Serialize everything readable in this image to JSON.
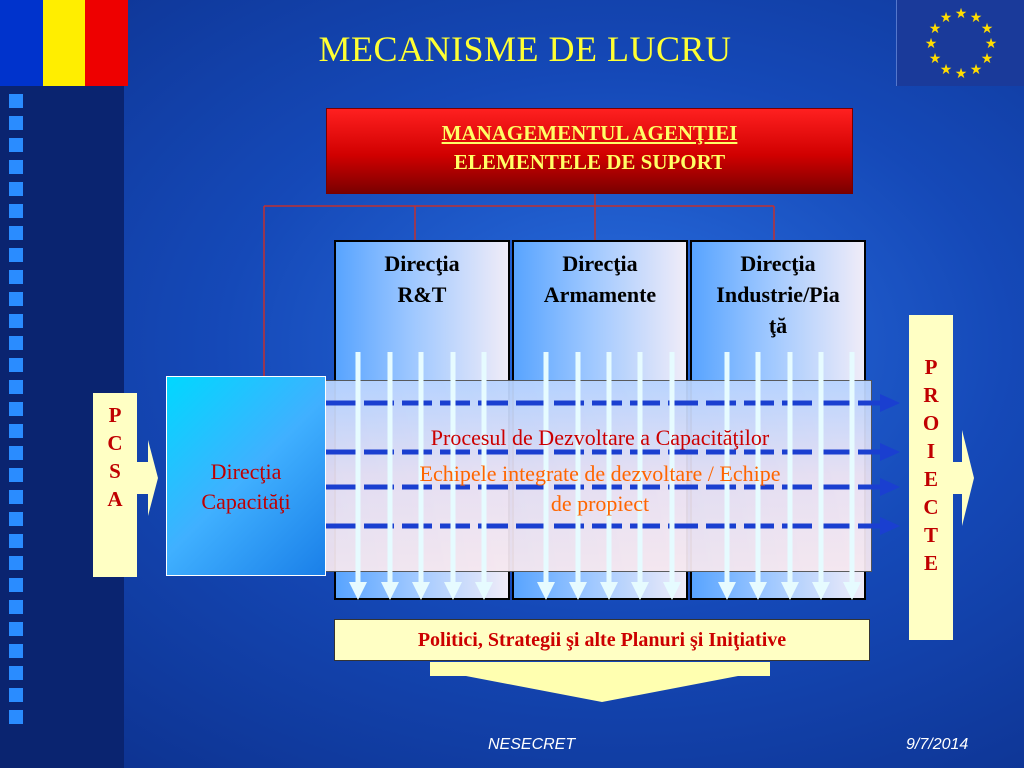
{
  "title": "MECANISME DE LUCRU",
  "management": {
    "line1": "MANAGEMENTUL AGENŢIEI",
    "line2": "ELEMENTELE DE SUPORT"
  },
  "directions": [
    {
      "line1": "Direcţia",
      "line2": "R&T",
      "line3": ""
    },
    {
      "line1": "Direcţia",
      "line2": "Armamente",
      "line3": ""
    },
    {
      "line1": "Direcţia",
      "line2": "Industrie/Pia",
      "line3": "ţă"
    }
  ],
  "capabilities_box": {
    "line1": "Direcţia",
    "line2": "Capacităţi"
  },
  "process": {
    "line1": "Procesul de Dezvoltare a Capacităţilor",
    "line2": "Echipele integrate de dezvoltare / Echipe",
    "line3": "de propiect"
  },
  "left_input": [
    "P",
    "C",
    "S",
    "A"
  ],
  "right_output": [
    "P",
    "R",
    "O",
    "I",
    "E",
    "C",
    "T",
    "E"
  ],
  "policies": "Politici, Strategii şi alte Planuri şi Iniţiative",
  "footer": {
    "classification": "NESECRET",
    "date": "9/7/2014"
  },
  "flag_colors": [
    "#0033cc",
    "#ffee00",
    "#ee0000"
  ],
  "colors": {
    "title": "#ffff33",
    "text_red": "#c00000",
    "text_orange": "#ff6600",
    "box_yellow": "#ffffc4"
  }
}
